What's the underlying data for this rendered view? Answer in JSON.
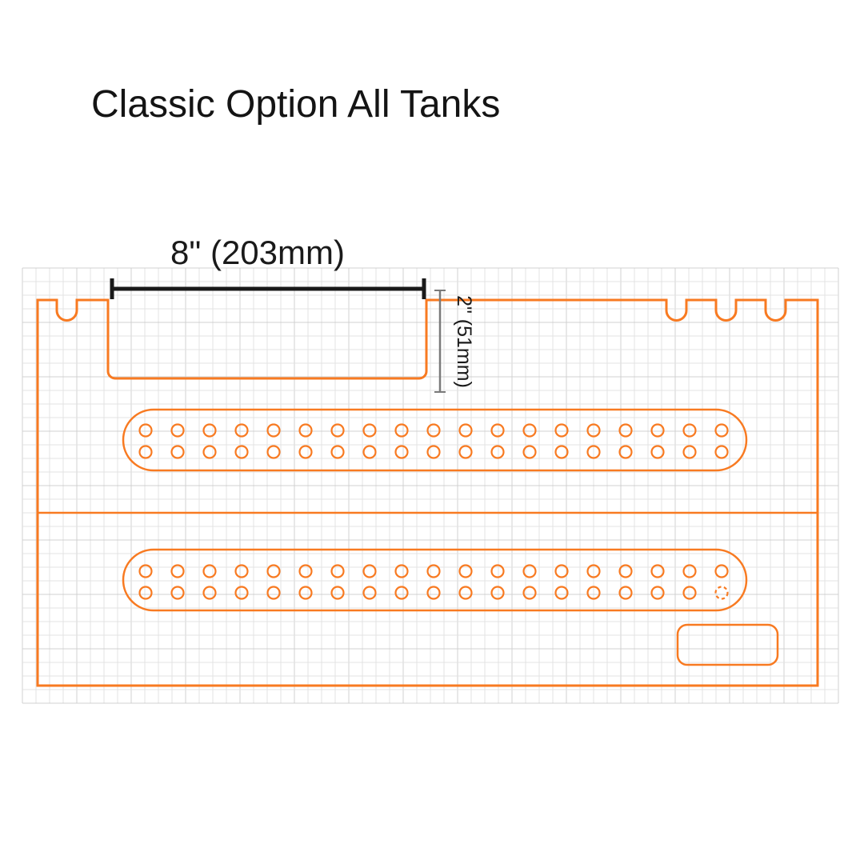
{
  "title": "Classic Option All Tanks",
  "dimensions": {
    "width_label": "8\" (203mm)",
    "depth_label": "2\" (51mm)"
  },
  "colors": {
    "background": "#FFFFFF",
    "outline_orange": "#F87A21",
    "dimension_black": "#1A1A1A",
    "dimension_gray": "#7A7A7A",
    "grid_minor": "#E3E3E3",
    "grid_major": "#D0D0D0",
    "title_text": "#141414"
  },
  "drawing": {
    "notch_count_left": 1,
    "notch_count_right": 3,
    "hole_strips": [
      {
        "name": "upper-hole-strip",
        "rows": 2,
        "holes_per_row": 19,
        "dashed_hole": null
      },
      {
        "name": "lower-hole-strip",
        "rows": 2,
        "holes_per_row": 19,
        "dashed_hole": {
          "row": 2,
          "col": 19
        }
      }
    ]
  }
}
